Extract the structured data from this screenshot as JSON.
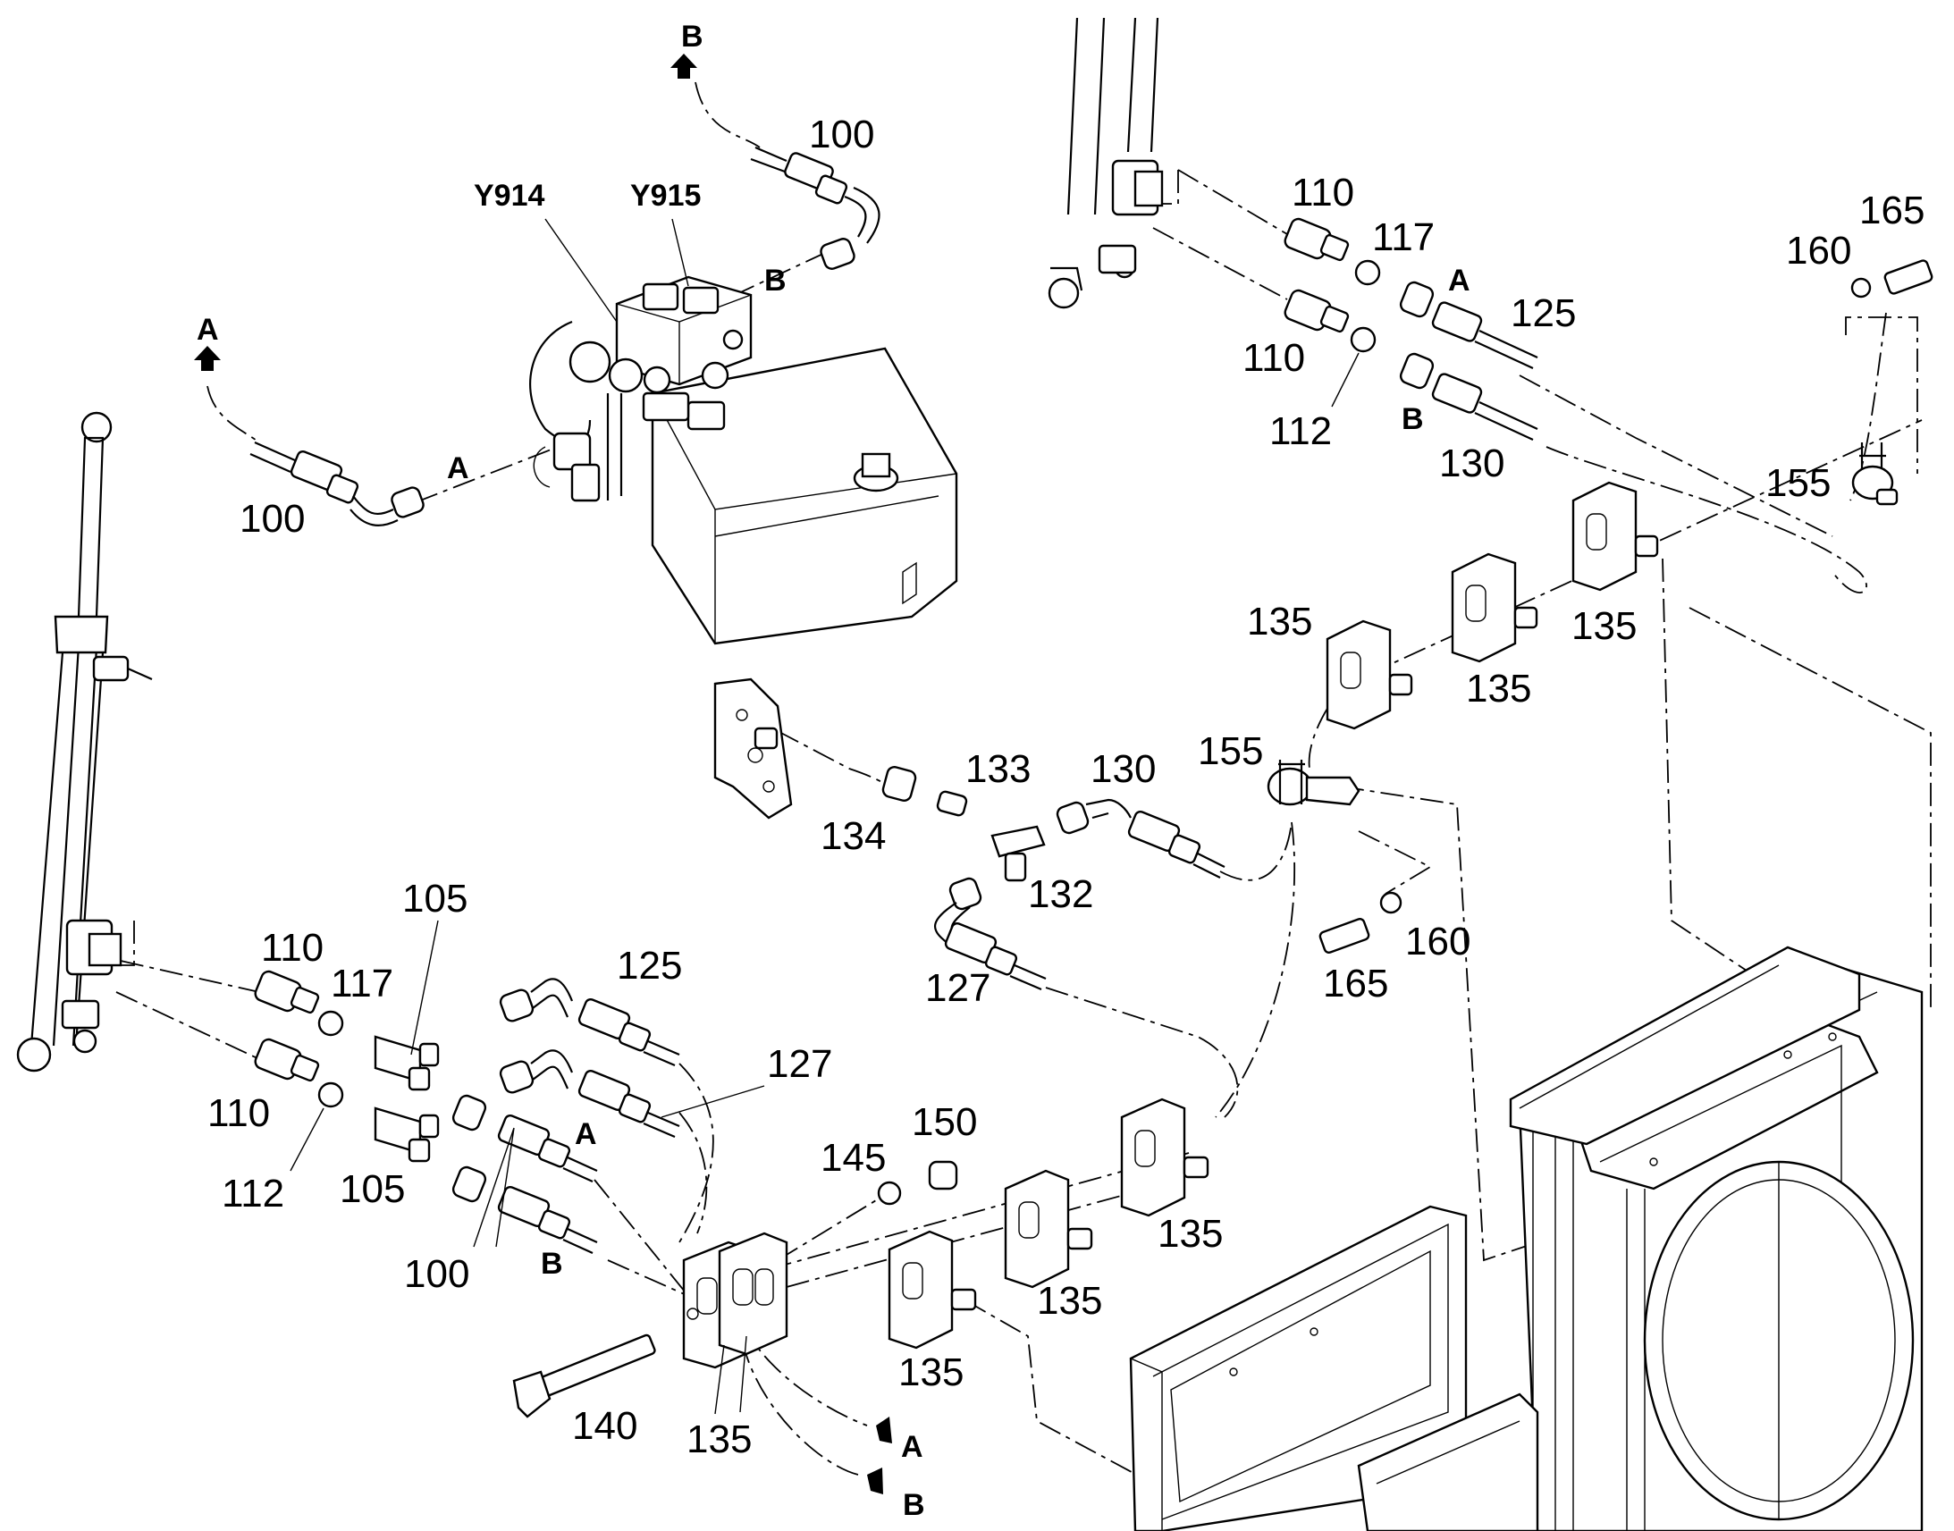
{
  "parts": {
    "p100_top": "100",
    "p100_left": "100",
    "p100_bottom": "100",
    "y914": "Y914",
    "y915": "Y915",
    "p110_tr1": "110",
    "p110_tr2": "110",
    "p117_tr": "117",
    "p112_tr": "112",
    "p125_tr": "125",
    "p130_tr": "130",
    "p160_tr": "160",
    "p165_tr": "165",
    "p155_tr": "155",
    "p135_a": "135",
    "p135_b": "135",
    "p135_c": "135",
    "p155_mid": "155",
    "p133": "133",
    "p130_mid": "130",
    "p134": "134",
    "p132": "132",
    "p127_mid": "127",
    "p160_mid": "160",
    "p165_mid": "165",
    "p105_top": "105",
    "p110_bl1": "110",
    "p117_bl": "117",
    "p125_bl": "125",
    "p127_bl": "127",
    "p110_bl2": "110",
    "p112_bl": "112",
    "p105_bot": "105",
    "p145": "145",
    "p150": "150",
    "p135_d": "135",
    "p135_e": "135",
    "p135_f": "135",
    "p135_g": "135",
    "p140": "140"
  },
  "connectors": {
    "a_top": "A",
    "b_top": "B",
    "b_valve": "B",
    "a_valve": "A",
    "a_right": "A",
    "b_right": "B",
    "a_left": "A",
    "b_left": "B",
    "a_bottom": "A",
    "b_bottom": "B"
  }
}
